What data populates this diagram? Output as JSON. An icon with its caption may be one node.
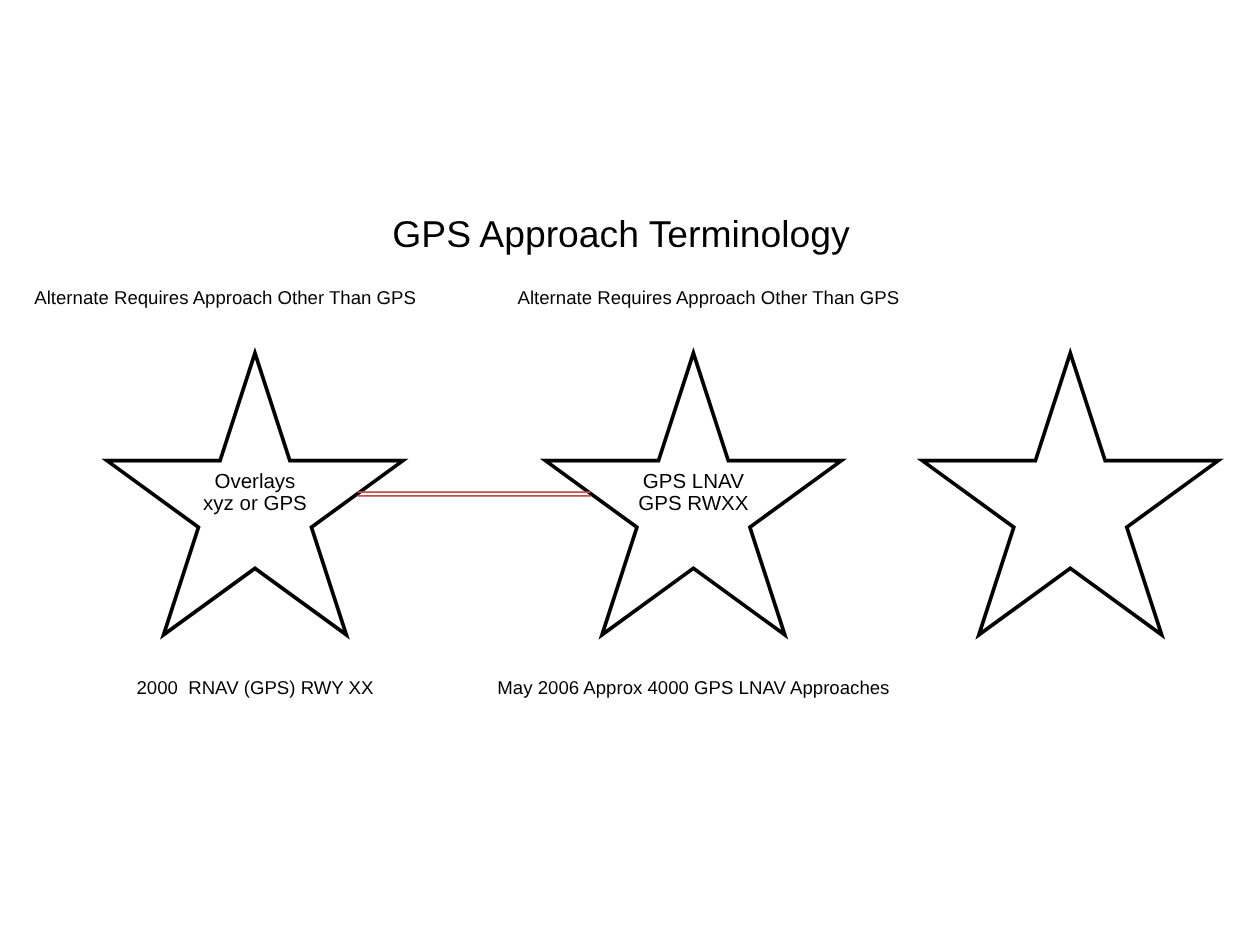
{
  "diagram": {
    "title": "GPS Approach Terminology",
    "nodes": [
      {
        "text": [
          "Overlays",
          "xyz or GPS"
        ],
        "beside": [
          "Alternate Requires Approach Other Than GPS",
          "2000  RNAV (GPS) RWY XX"
        ]
      },
      {
        "text": [
          "GPS LNAV",
          "GPS RWXX"
        ],
        "beside": [
          "Alternate Requires Approach Other Than GPS",
          "May 2006 Approx 4000 GPS LNAV Approaches"
        ]
      },
      {
        "text": [],
        "shape": "star"
      }
    ],
    "edges": [
      {
        "from": 0,
        "to": 1,
        "arrow": "none",
        "color": "#c0504d"
      }
    ]
  }
}
